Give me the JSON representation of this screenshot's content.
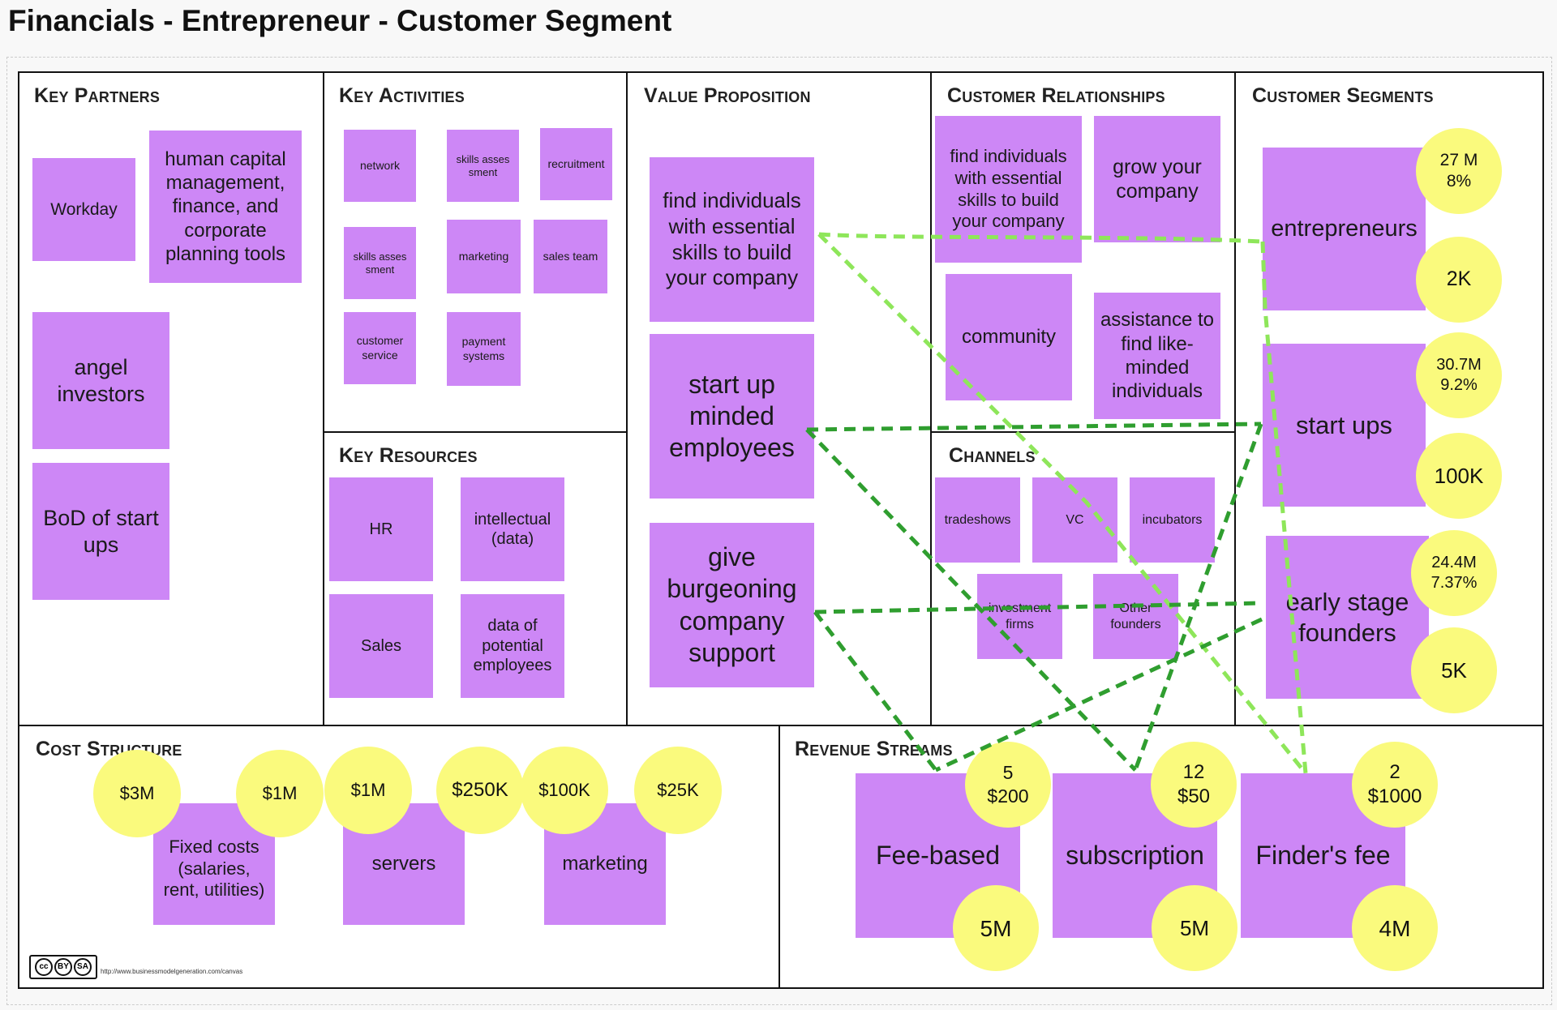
{
  "title": "Financials - Entrepreneur - Customer Segment",
  "sections": {
    "key_partners": "Key Partners",
    "key_activities": "Key Activities",
    "key_resources": "Key Resources",
    "value_proposition": "Value Proposition",
    "customer_relationships": "Customer Relationships",
    "channels": "Channels",
    "customer_segments": "Customer Segments",
    "cost_structure": "Cost Structure",
    "revenue_streams": "Revenue Streams"
  },
  "key_partners": [
    "Workday",
    "human capital management, finance, and corporate planning tools",
    "angel investors",
    "BoD of start ups"
  ],
  "key_activities": [
    "network",
    "skills assessment",
    "recruitment",
    "skills assessment",
    "marketing",
    "sales team",
    "customer service",
    "payment systems"
  ],
  "key_resources": [
    "HR",
    "intellectual (data)",
    "Sales",
    "data of potential employees"
  ],
  "value_proposition": [
    "find individuals with essential skills to build your company",
    "start up minded employees",
    "give burgeoning company support"
  ],
  "customer_relationships": [
    "find individuals with essential skills to build your company",
    "grow your company",
    "community",
    "assistance to find like-minded individuals"
  ],
  "channels": [
    "tradeshows",
    "VC",
    "incubators",
    "investment firms",
    "Other founders"
  ],
  "customer_segments": [
    {
      "label": "entrepreneurs",
      "market": "27 M\n8%",
      "target": "2K"
    },
    {
      "label": "start ups",
      "market": "30.7M\n9.2%",
      "target": "100K"
    },
    {
      "label": "early stage founders",
      "market": "24.4M\n7.37%",
      "target": "5K"
    }
  ],
  "cost_structure": [
    {
      "label": "Fixed costs (salaries, rent, utilities)",
      "costs": [
        "$3M",
        "$1M"
      ]
    },
    {
      "label": "servers",
      "costs": [
        "$1M",
        "$250K"
      ]
    },
    {
      "label": "marketing",
      "costs": [
        "$100K",
        "$25K"
      ]
    }
  ],
  "revenue_streams": [
    {
      "label": "Fee-based",
      "terms": "5\n$200",
      "total": "5M"
    },
    {
      "label": "subscription",
      "terms": "12\n$50",
      "total": "5M"
    },
    {
      "label": "Finder's fee",
      "terms": "2\n$1000",
      "total": "4M"
    }
  ],
  "license_url": "http://www.businessmodelgeneration.com/canvas",
  "license_badge": {
    "cc": "cc",
    "by": "BY",
    "sa": "SA"
  },
  "colors": {
    "sticky": "#cd87f6",
    "dot": "#fafa7d",
    "line_light": "#8ee65a",
    "line_dark": "#2f9e2f"
  }
}
